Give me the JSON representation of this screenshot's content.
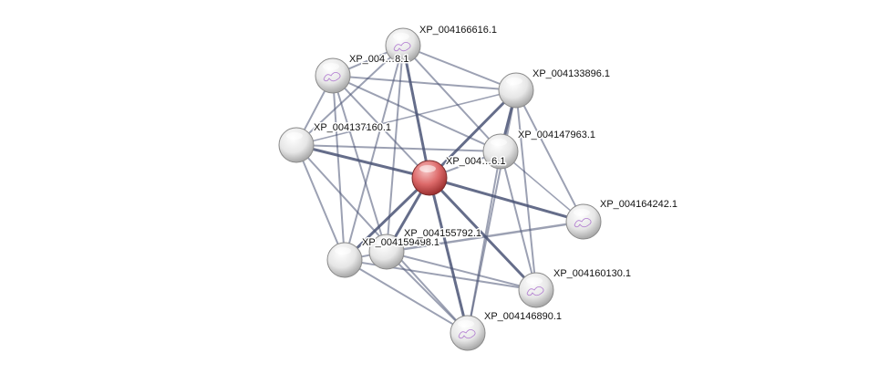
{
  "network": {
    "edge_color": "#4a5475",
    "query_node_color": "#e06b6b",
    "node_color": "#e8e8e8",
    "nodes": [
      {
        "id": "A",
        "label": "XP_004166616.1",
        "query": false,
        "structure": true
      },
      {
        "id": "B",
        "label": "XP_004…8.1",
        "label_parts": [
          "XP_004",
          "8.1"
        ],
        "query": false,
        "structure": true
      },
      {
        "id": "C",
        "label": "XP_004133896.1",
        "query": false,
        "structure": false
      },
      {
        "id": "D",
        "label": "XP_004137160.1",
        "query": false,
        "structure": false
      },
      {
        "id": "E",
        "label": "XP_004147963.1",
        "query": false,
        "structure": false
      },
      {
        "id": "F",
        "label": "XP_004…6.1",
        "label_parts": [
          "XP_004",
          "6.1"
        ],
        "query": true,
        "structure": false
      },
      {
        "id": "G",
        "label": "XP_004164242.1",
        "query": false,
        "structure": true
      },
      {
        "id": "H1",
        "label": "XP_004159498.1",
        "query": false,
        "structure": false
      },
      {
        "id": "H2",
        "label": "XP_004155792.1",
        "query": false,
        "structure": false
      },
      {
        "id": "I",
        "label": "XP_004160130.1",
        "query": false,
        "structure": true
      },
      {
        "id": "J",
        "label": "XP_004146890.1",
        "query": false,
        "structure": true
      }
    ],
    "edges": [
      [
        "F",
        "A",
        3
      ],
      [
        "F",
        "B",
        2
      ],
      [
        "F",
        "D",
        3
      ],
      [
        "F",
        "C",
        3
      ],
      [
        "F",
        "E",
        2
      ],
      [
        "F",
        "G",
        3
      ],
      [
        "F",
        "I",
        3
      ],
      [
        "F",
        "J",
        3
      ],
      [
        "F",
        "H1",
        3
      ],
      [
        "F",
        "H2",
        3
      ],
      [
        "A",
        "B",
        2
      ],
      [
        "A",
        "C",
        2
      ],
      [
        "A",
        "D",
        2
      ],
      [
        "A",
        "E",
        2
      ],
      [
        "A",
        "H1",
        2
      ],
      [
        "A",
        "H2",
        2
      ],
      [
        "B",
        "C",
        2
      ],
      [
        "B",
        "D",
        2
      ],
      [
        "B",
        "E",
        2
      ],
      [
        "B",
        "H1",
        2
      ],
      [
        "B",
        "H2",
        2
      ],
      [
        "D",
        "E",
        2
      ],
      [
        "D",
        "C",
        1.5
      ],
      [
        "D",
        "H1",
        2
      ],
      [
        "D",
        "J",
        2
      ],
      [
        "C",
        "E",
        3
      ],
      [
        "C",
        "G",
        2
      ],
      [
        "C",
        "I",
        2
      ],
      [
        "C",
        "J",
        2
      ],
      [
        "E",
        "I",
        2
      ],
      [
        "E",
        "J",
        2
      ],
      [
        "E",
        "G",
        1.5
      ],
      [
        "H1",
        "I",
        2
      ],
      [
        "H2",
        "I",
        2
      ],
      [
        "H1",
        "J",
        2
      ],
      [
        "H2",
        "J",
        2
      ],
      [
        "H2",
        "G",
        2.5
      ],
      [
        "H1",
        "H2",
        2
      ]
    ]
  }
}
